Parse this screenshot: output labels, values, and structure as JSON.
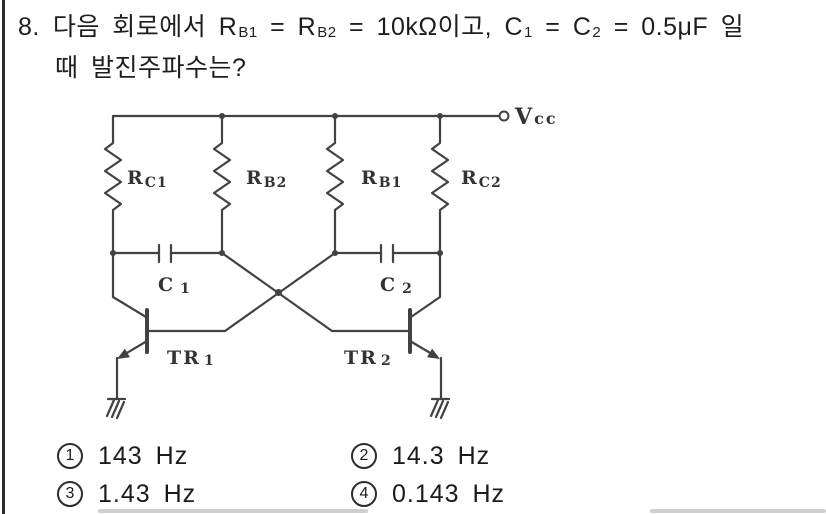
{
  "question": {
    "number": "8.",
    "seg1": "다음 회로에서 R",
    "sub1": "B1",
    "seg2": " = R",
    "sub2": "B2",
    "seg3": " = 10kΩ이고, C",
    "sub3": "1",
    "seg4": " = C",
    "sub4": "2",
    "seg5": " = 0.5μF 일",
    "line2": "때 발진주파수는?"
  },
  "circuit": {
    "power": {
      "main": "V",
      "sub": "cc"
    },
    "resistors": [
      {
        "main": "R",
        "sub": "C1"
      },
      {
        "main": "R",
        "sub": "B2"
      },
      {
        "main": "R",
        "sub": "B1"
      },
      {
        "main": "R",
        "sub": "C2"
      }
    ],
    "capacitors": [
      {
        "main": "C",
        "sub": "1"
      },
      {
        "main": "C",
        "sub": "2"
      }
    ],
    "transistors": [
      {
        "main": "TR",
        "sub": "1"
      },
      {
        "main": "TR",
        "sub": "2"
      }
    ]
  },
  "options": [
    {
      "number": "1",
      "label": "143 Hz"
    },
    {
      "number": "2",
      "label": "14.3 Hz"
    },
    {
      "number": "3",
      "label": "1.43 Hz"
    },
    {
      "number": "4",
      "label": "0.143 Hz"
    }
  ],
  "colors": {
    "ink": "#424242",
    "text": "#1e1e1e",
    "border": "#2a2a2a"
  }
}
